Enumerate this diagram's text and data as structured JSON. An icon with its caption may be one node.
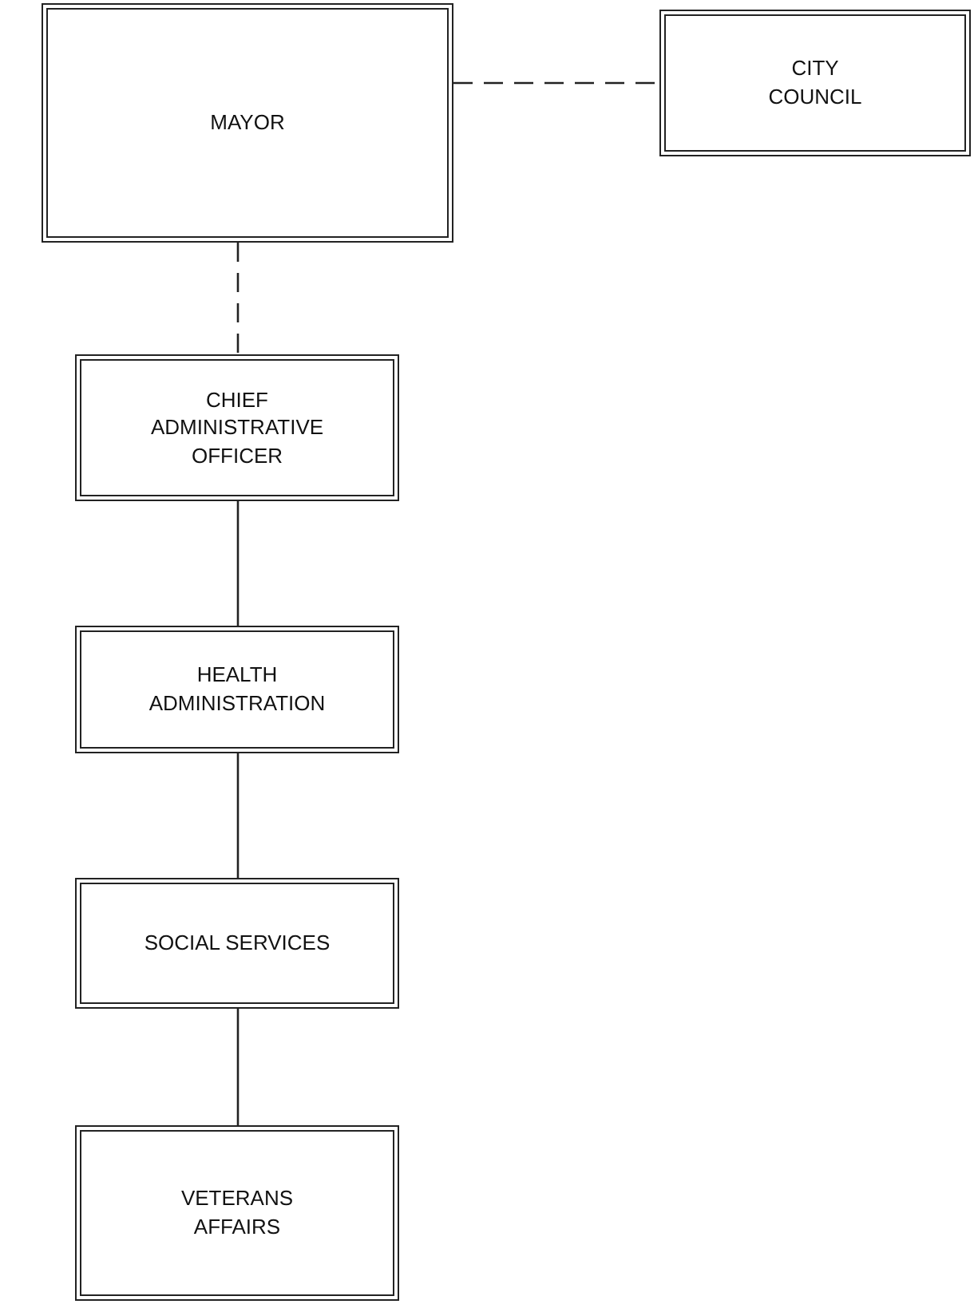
{
  "diagram": {
    "nodes": [
      {
        "text": [
          "MAYOR"
        ]
      },
      {
        "text": [
          "CITY COUNCIL"
        ]
      },
      {
        "text": [
          "CHIEF ADMINISTRATIVE OFFICER"
        ]
      },
      {
        "text": [
          "HEALTH ADMINISTRATION"
        ]
      },
      {
        "text": [
          "SOCIAL SERVICES"
        ]
      },
      {
        "text": [
          "VETERANS AFFAIRS"
        ]
      }
    ],
    "edges": [
      {
        "from": 0,
        "to": 1,
        "arrow": "none",
        "style": "dashed"
      },
      {
        "from": 0,
        "to": 2,
        "arrow": "none",
        "style": "dashed"
      },
      {
        "from": 2,
        "to": 3,
        "arrow": "none"
      },
      {
        "from": 3,
        "to": 4,
        "arrow": "none"
      },
      {
        "from": 4,
        "to": 5,
        "arrow": "none"
      }
    ]
  }
}
